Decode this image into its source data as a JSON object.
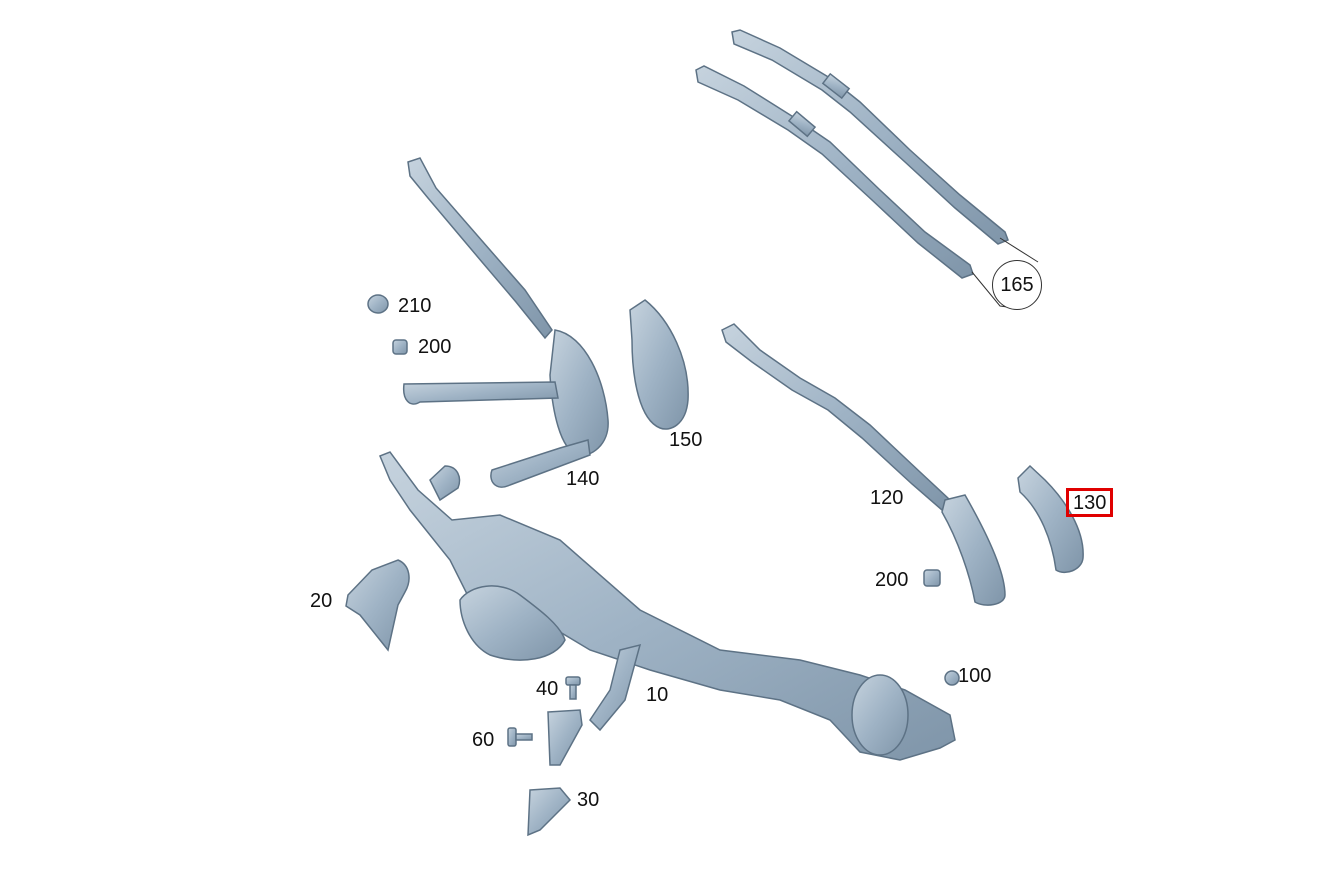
{
  "colors": {
    "part_fill": "#9fb3c5",
    "part_shade": "#7f95a9",
    "part_light": "#c6d3de",
    "outline": "#5d7285",
    "highlight": "#e00000"
  },
  "labels": {
    "p165": "165",
    "p210": "210",
    "p200a": "200",
    "p150": "150",
    "p140": "140",
    "p120": "120",
    "p130": "130",
    "p200b": "200",
    "p20": "20",
    "p40": "40",
    "p10": "10",
    "p100": "100",
    "p60": "60",
    "p30": "30"
  },
  "highlighted_part": "130"
}
